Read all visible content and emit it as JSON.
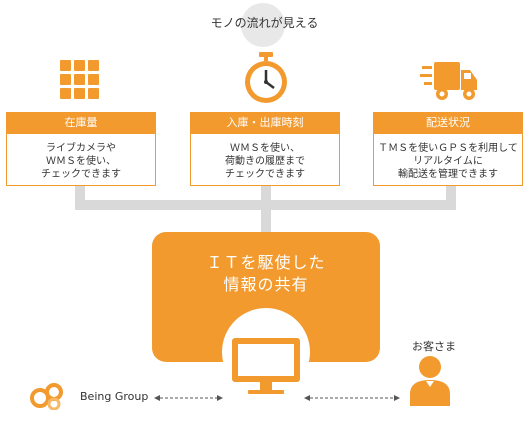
{
  "title": "モノの流れが見える",
  "cards": [
    {
      "icon": "grid-icon",
      "header": "在庫量",
      "lines": [
        "ライブカメラや",
        "ＷＭＳを使い、",
        "チェックできます"
      ]
    },
    {
      "icon": "clock-icon",
      "header": "入庫・出庫時刻",
      "lines": [
        "ＷＭＳを使い、",
        "荷動きの履歴まで",
        "チェックできます"
      ]
    },
    {
      "icon": "truck-icon",
      "header": "配送状況",
      "lines": [
        "ＴＭＳを使いＧＰＳを利用して",
        "リアルタイムに",
        "輸配送を管理できます"
      ]
    }
  ],
  "center": {
    "line1": "ＩＴを駆使した",
    "line2": "情報の共有"
  },
  "brand": "Being Group",
  "customer": "お客さま",
  "colors": {
    "accent": "#f29a2e",
    "connector": "#d9d9d9"
  }
}
